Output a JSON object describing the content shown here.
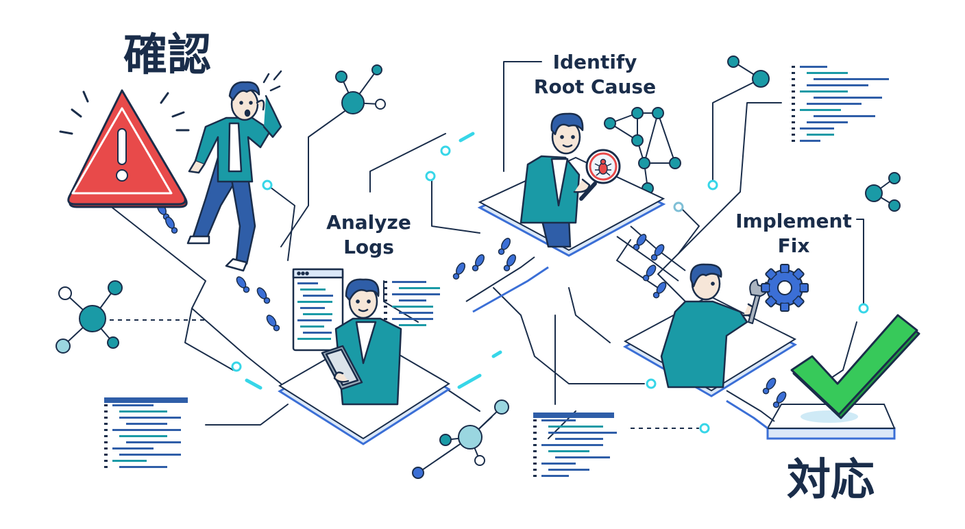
{
  "title_start": "確認",
  "title_end": "対応",
  "steps": [
    {
      "id": "analyze",
      "line1": "Analyze",
      "line2": "Logs"
    },
    {
      "id": "identify",
      "line1": "Identify",
      "line2": "Root Cause"
    },
    {
      "id": "implement",
      "line1": "Implement",
      "line2": "Fix"
    }
  ],
  "icons": {
    "warning": "warning-triangle-icon",
    "bug": "bug-icon",
    "magnifier": "magnifier-icon",
    "gear": "gear-icon",
    "wrench": "wrench-icon",
    "check": "checkmark-icon"
  },
  "colors": {
    "navy": "#1a2d4a",
    "teal": "#1a9aa6",
    "blue": "#3b6fd6",
    "cyan_glow": "#37d6e8",
    "warning_red": "#e84a4a",
    "success_green": "#37c95a"
  }
}
